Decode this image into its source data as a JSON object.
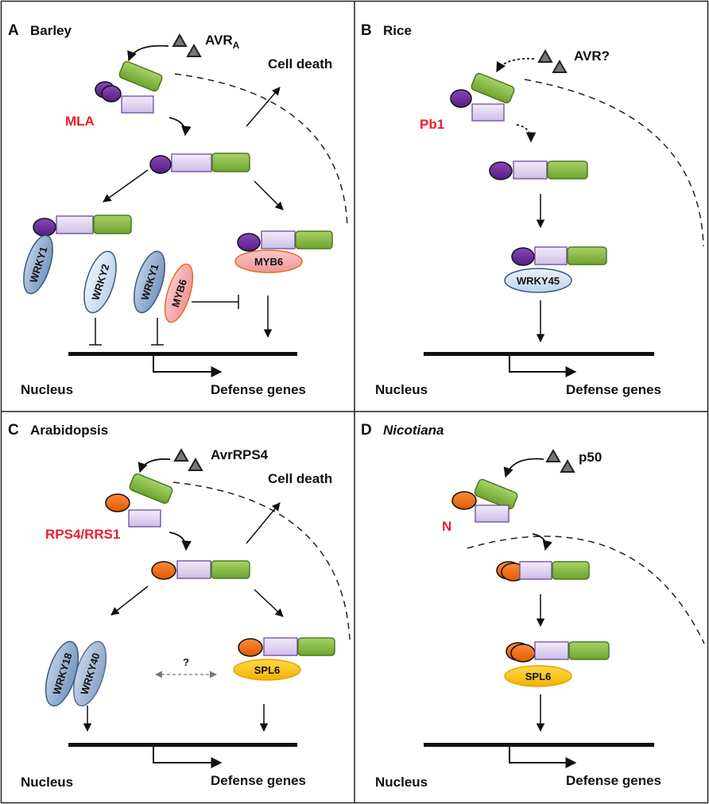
{
  "panels": {
    "A": {
      "letter": "A",
      "organism": "Barley",
      "effector": "AVR",
      "effector_sub": "A",
      "receptor": "MLA",
      "cell_death": "Cell death",
      "tfs": [
        "WRKY1",
        "WRKY2",
        "WRKY1",
        "MYB6",
        "MYB6"
      ],
      "nucleus": "Nucleus",
      "defense": "Defense genes"
    },
    "B": {
      "letter": "B",
      "organism": "Rice",
      "effector": "AVR?",
      "receptor": "Pb1",
      "tfs": [
        "WRKY45"
      ],
      "nucleus": "Nucleus",
      "defense": "Defense genes"
    },
    "C": {
      "letter": "C",
      "organism": "Arabidopsis",
      "effector": "AvrRPS4",
      "receptor": "RPS4/RRS1",
      "cell_death": "Cell death",
      "question": "?",
      "tfs": [
        "WRKY18",
        "WRKY40",
        "SPL6"
      ],
      "nucleus": "Nucleus",
      "defense": "Defense genes"
    },
    "D": {
      "letter": "D",
      "organism": "Nicotiana",
      "effector": "p50",
      "receptor": "N",
      "tfs": [
        "SPL6"
      ],
      "nucleus": "Nucleus",
      "defense": "Defense genes"
    }
  },
  "colors": {
    "purple": "#6a2a9c",
    "orange": "#f26b10",
    "lilac": "#ddd0ee",
    "green": "#7db33c",
    "pink": "#f4a9ac",
    "lightblue": "#d3e3f3",
    "steelblue": "#95afd0",
    "yellow": "#f8c020",
    "red": "#e8212b"
  }
}
